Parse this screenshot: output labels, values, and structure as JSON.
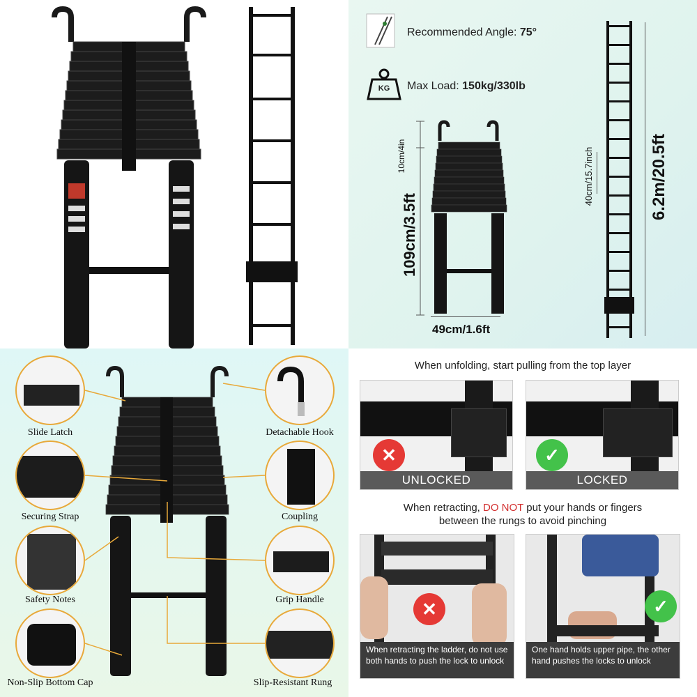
{
  "specs": {
    "angle_label": "Recommended Angle: ",
    "angle_value": "75°",
    "load_label": "Max Load: ",
    "load_value": "150kg/330lb",
    "kg_icon_text": "KG"
  },
  "dimensions": {
    "hook_height": "10cm/4in",
    "closed_height": "109cm/3.5ft",
    "width": "49cm/1.6ft",
    "rung_spacing": "40cm/15.7inch",
    "full_height": "6.2m/20.5ft"
  },
  "features": {
    "slide_latch": "Slide Latch",
    "securing_strap": "Securing Strap",
    "safety_notes": "Safety Notes",
    "bottom_cap": "Non-Slip Bottom Cap",
    "detachable_hook": "Detachable Hook",
    "coupling": "Coupling",
    "grip_handle": "Grip Handle",
    "rung": "Slip-Resistant Rung"
  },
  "unfold": {
    "heading": "When unfolding, start pulling from the top layer",
    "unlocked": "UNLOCKED",
    "locked": "LOCKED"
  },
  "retract": {
    "heading_pre": "When retracting, ",
    "heading_warn": "DO NOT",
    "heading_post": " put your hands or fingers",
    "heading_line2": "between the rungs to avoid pinching",
    "wrong_caption": "When retracting the ladder, do not use both hands to push the lock to unlock",
    "right_caption": "One hand holds upper pipe, the other hand pushes the locks to unlock"
  },
  "colors": {
    "accent": "#e8a93a",
    "bad": "#e53935",
    "good": "#43c24a",
    "warn_text": "#d32f2f"
  }
}
